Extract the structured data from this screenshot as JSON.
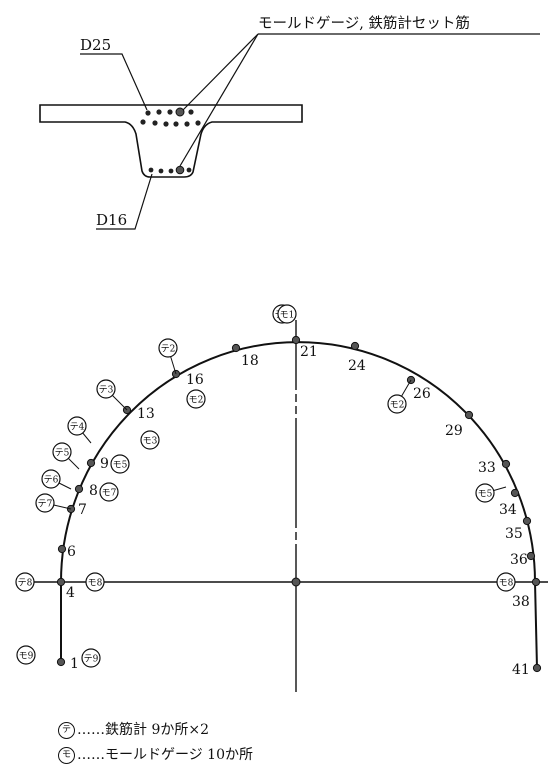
{
  "section": {
    "label_rebar_top": "D25",
    "label_rebar_bottom": "D16",
    "label_set": "モールドゲージ, 鉄筋計セット筋"
  },
  "marker_chars": {
    "te": "テ",
    "mo": "モ"
  },
  "nodes": [
    "1",
    "4",
    "6",
    "7",
    "8",
    "9",
    "13",
    "16",
    "18",
    "21",
    "24",
    "26",
    "29",
    "33",
    "34",
    "35",
    "36",
    "38",
    "41"
  ],
  "sensors": [
    {
      "kind": "te",
      "num": "1"
    },
    {
      "kind": "te",
      "num": "2"
    },
    {
      "kind": "te",
      "num": "3"
    },
    {
      "kind": "te",
      "num": "4"
    },
    {
      "kind": "te",
      "num": "5"
    },
    {
      "kind": "te",
      "num": "6"
    },
    {
      "kind": "te",
      "num": "7"
    },
    {
      "kind": "te",
      "num": "8"
    },
    {
      "kind": "te",
      "num": "9"
    },
    {
      "kind": "mo",
      "num": "1"
    },
    {
      "kind": "mo",
      "num": "2"
    },
    {
      "kind": "mo",
      "num": "3"
    },
    {
      "kind": "mo",
      "num": "5"
    },
    {
      "kind": "mo",
      "num": "7"
    },
    {
      "kind": "mo",
      "num": "8"
    },
    {
      "kind": "mo",
      "num": "9"
    },
    {
      "kind": "mo",
      "num": "2"
    },
    {
      "kind": "mo",
      "num": "5"
    },
    {
      "kind": "mo",
      "num": "8"
    }
  ],
  "legend": [
    {
      "marker": "テ",
      "text": "……鉄筋計 9か所×2"
    },
    {
      "marker": "モ",
      "text": "……モールドゲージ 10か所"
    }
  ]
}
